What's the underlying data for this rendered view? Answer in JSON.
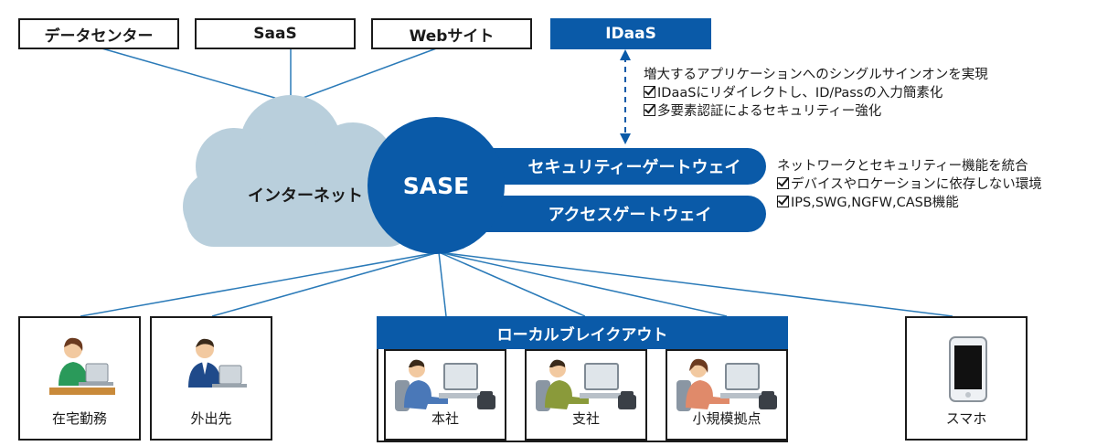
{
  "top_boxes": {
    "datacenter": "データセンター",
    "saas": "SaaS",
    "web": "Webサイト",
    "idaas": "IDaaS"
  },
  "cloud": {
    "label": "インターネット"
  },
  "sase": {
    "label": "SASE"
  },
  "gateways": {
    "security": "セキュリティーゲートウェイ",
    "access": "アクセスゲートウェイ"
  },
  "idaas_note": {
    "heading": "増大するアプリケーションへのシングルサインオンを実現",
    "items": [
      "IDaaSにリダイレクトし、ID/Passの入力簡素化",
      "多要素認証によるセキュリティー強化"
    ]
  },
  "gateway_note": {
    "heading": "ネットワークとセキュリティー機能を統合",
    "items": [
      "デバイスやロケーションに依存しない環境",
      "IPS,SWG,NGFW,CASB機能"
    ]
  },
  "sites": {
    "home": "在宅勤務",
    "outside": "外出先",
    "breakout_title": "ローカルブレイクアウト",
    "hq": "本社",
    "branch": "支社",
    "small": "小規模拠点",
    "smartphone": "スマホ"
  },
  "colors": {
    "brand_blue": "#0a5aa8",
    "cloud": "#b9cfdc"
  }
}
